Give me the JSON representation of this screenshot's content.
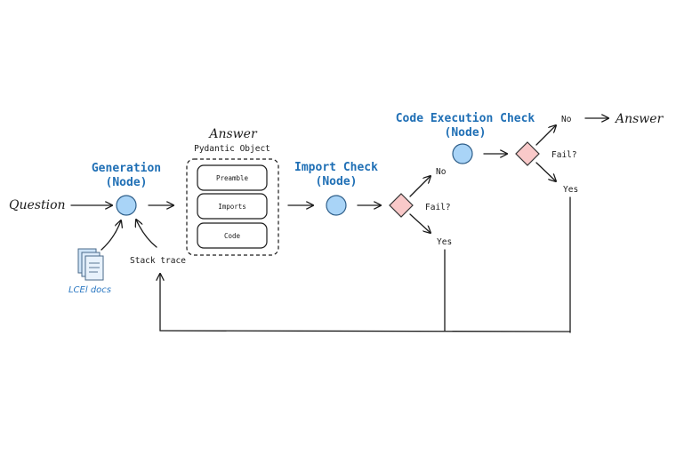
{
  "question_label": "Question",
  "generation_node": {
    "title": "Generation",
    "subtitle": "(Node)"
  },
  "answer_group": {
    "heading": "Answer",
    "subheading": "Pydantic Object",
    "fields": [
      "Preamble",
      "Imports",
      "Code"
    ]
  },
  "import_check_node": {
    "title": "Import Check",
    "subtitle": "(Node)"
  },
  "code_exec_node": {
    "title": "Code Execution Check",
    "subtitle": "(Node)"
  },
  "import_decision": {
    "question": "Fail?",
    "no": "No",
    "yes": "Yes"
  },
  "exec_decision": {
    "question": "Fail?",
    "no": "No",
    "yes": "Yes"
  },
  "final_answer": "Answer",
  "docs_label": "LCEl docs",
  "stack_trace_label": "Stack trace",
  "colors": {
    "node_fill": "#a9d4f7",
    "diamond_fill": "#f9c9c9",
    "title_blue": "#1f6fb5"
  }
}
